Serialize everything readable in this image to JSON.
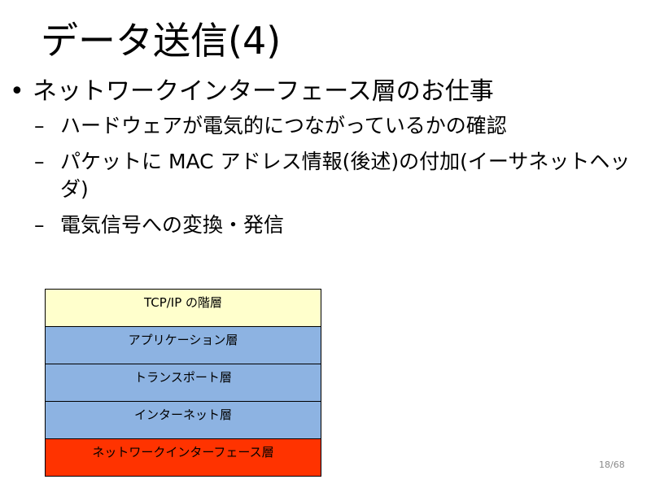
{
  "slide": {
    "title": "データ送信(4)",
    "bullet": "ネットワークインターフェース層のお仕事",
    "sub_items": [
      "ハードウェアが電気的につながっているかの確認",
      "パケットに MAC アドレス情報(後述)の付加(イーサネットヘッダ)",
      "電気信号への変換・発信"
    ]
  },
  "layer_table": {
    "header": "TCP/IP の階層",
    "rows": [
      "アプリケーション層",
      "トランスポート層",
      "インターネット層",
      "ネットワークインターフェース層"
    ],
    "colors": {
      "header": "#ffffcc",
      "standard": "#8db3e2",
      "highlight": "#ff3300"
    }
  },
  "page": {
    "current": "18",
    "separator": "/",
    "total": "68"
  }
}
